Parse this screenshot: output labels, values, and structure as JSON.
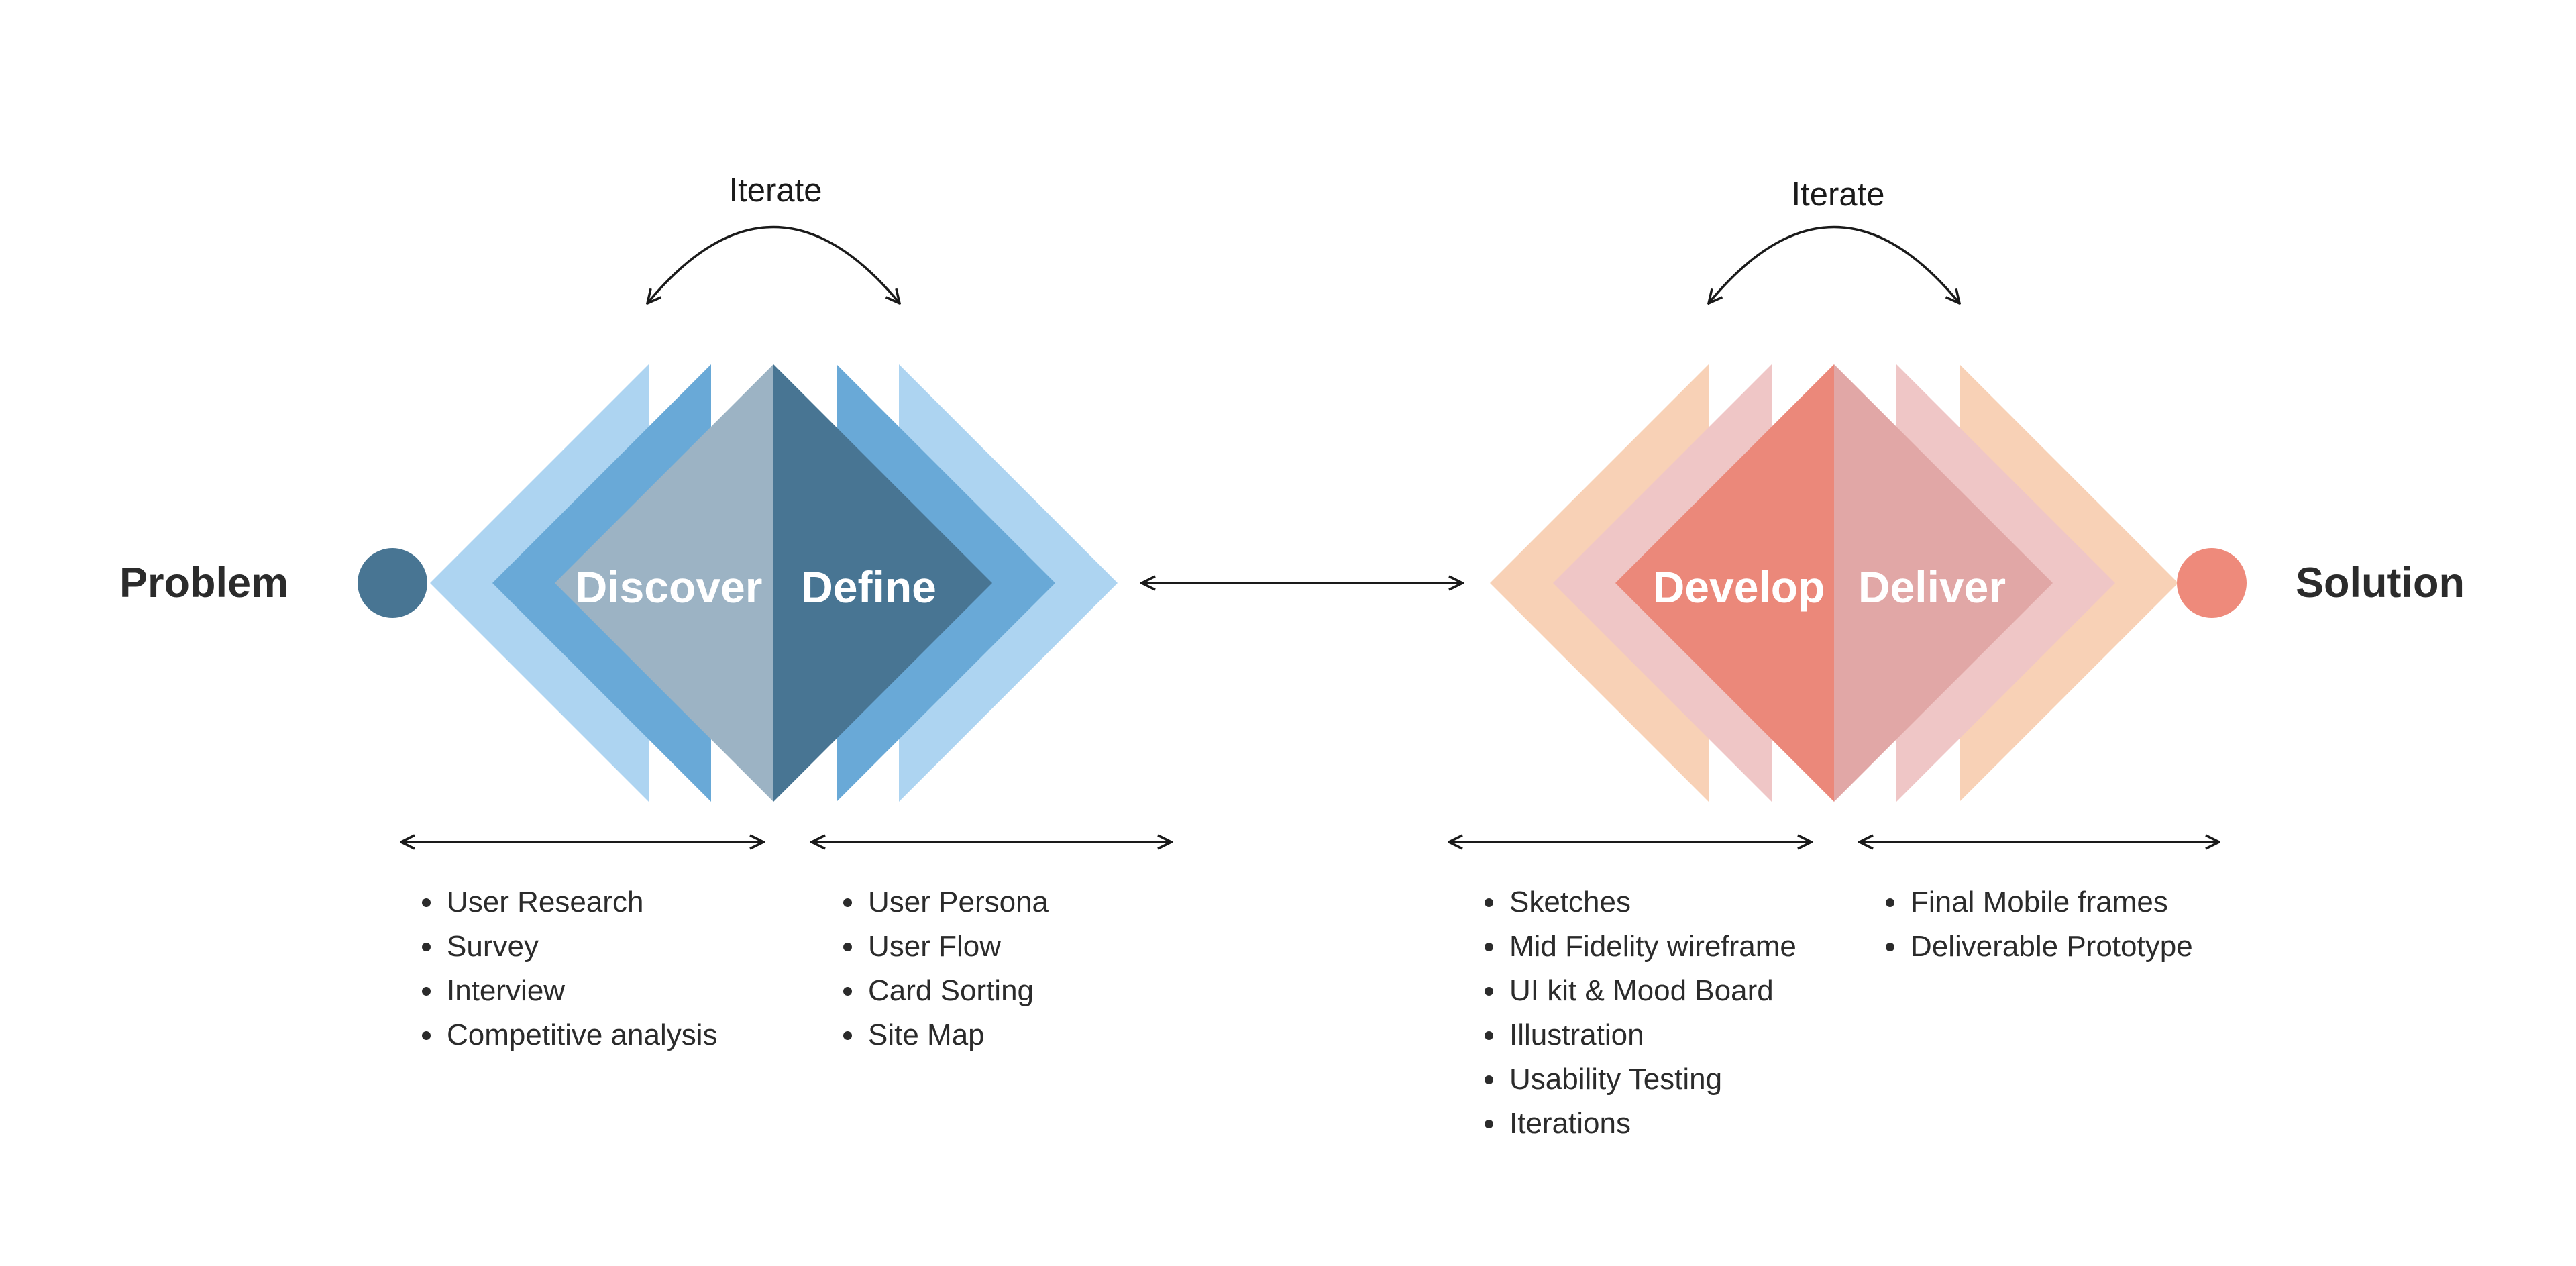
{
  "start_label": "Problem",
  "end_label": "Solution",
  "diamond_1": {
    "iterate_label": "Iterate",
    "phases": [
      {
        "label": "Discover",
        "items": [
          "User Research",
          "Survey",
          "Interview",
          "Competitive analysis"
        ]
      },
      {
        "label": "Define",
        "items": [
          "User Persona",
          "User Flow",
          "Card Sorting",
          "Site Map"
        ]
      }
    ]
  },
  "diamond_2": {
    "iterate_label": "Iterate",
    "phases": [
      {
        "label": "Develop",
        "items": [
          "Sketches",
          "Mid Fidelity wireframe",
          "UI kit & Mood Board",
          "Illustration",
          "Usability Testing",
          "Iterations"
        ]
      },
      {
        "label": "Deliver",
        "items": [
          "Final Mobile frames",
          "Deliverable Prototype"
        ]
      }
    ]
  },
  "colors": {
    "blue_light": "#add4f1",
    "blue_mid": "#69a9d7",
    "blue_grey": "#9cb3c4",
    "blue_dark": "#487593",
    "peach": "#f8d1b6",
    "pink_light": "#efc6c6",
    "coral": "#eb887a",
    "rose": "#e1a7a6",
    "problem_dot": "#487593",
    "solution_dot": "#ee8a7b"
  }
}
